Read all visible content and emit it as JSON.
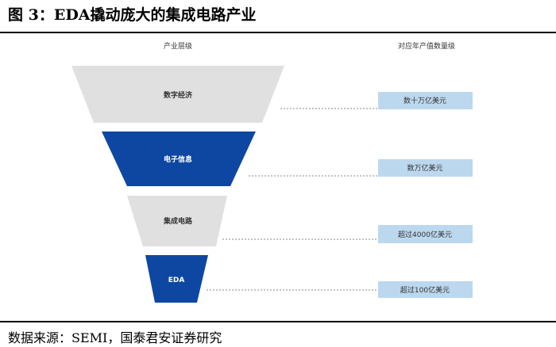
{
  "title": "图 3：EDA撬动庞大的集成电路产业",
  "headers": {
    "left": "产业层级",
    "right": "对应年产值数量级"
  },
  "levels": [
    {
      "label": "数字经济",
      "value": "数十万亿美元"
    },
    {
      "label": "电子信息",
      "value": "数万亿美元"
    },
    {
      "label": "集成电路",
      "value": "超过4000亿美元"
    },
    {
      "label": "EDA",
      "value": "超过100亿美元"
    }
  ],
  "colors": {
    "grey": "#e0e0e0",
    "blue": "#0d47a1",
    "box": "#bcd8ef"
  },
  "source": "数据来源：SEMI，国泰君安证券研究"
}
